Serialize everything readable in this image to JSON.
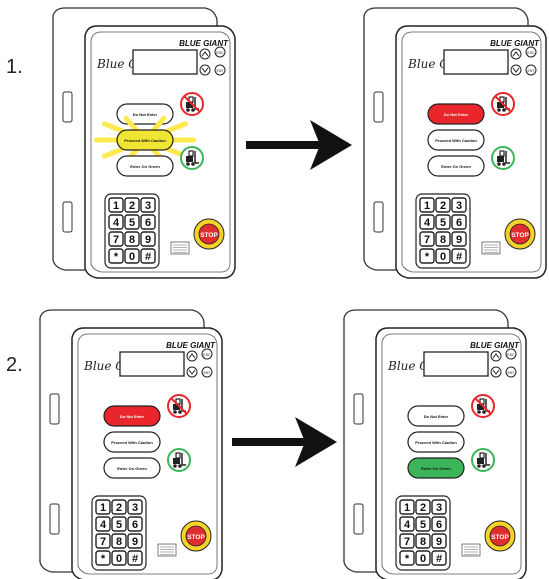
{
  "colors": {
    "red": "#e8262b",
    "yellow": "#f1e533",
    "green": "#3cb45a",
    "glow": "#ffe94d",
    "outline": "#222222",
    "stop_red": "#e02d2f",
    "stop_ring": "#f6d32b"
  },
  "steps": [
    {
      "number": "1."
    },
    {
      "number": "2."
    }
  ],
  "panel": {
    "logo_script": "Blue Genius",
    "brand": "BLUE GIANT",
    "esc_label": "ESC",
    "enter_label": "ENT",
    "stop_label": "STOP",
    "keys": [
      "1",
      "2",
      "3",
      "4",
      "5",
      "6",
      "7",
      "8",
      "9",
      "*",
      "0",
      "#"
    ],
    "buttons": {
      "do_not_enter": "Do Not Enter",
      "proceed_with_caution": "Proceed With Caution",
      "enter_on_green": "Enter On Green"
    },
    "icons": {
      "no_forklift": "no-forklift-icon",
      "caution_forklift": "caution-forklift-icon",
      "go_forklift": "go-forklift-icon"
    }
  },
  "panels": [
    {
      "id": "step1-before",
      "lit": "caution",
      "glow": true
    },
    {
      "id": "step1-after",
      "lit": "red",
      "glow": false
    },
    {
      "id": "step2-before",
      "lit": "red",
      "glow": false
    },
    {
      "id": "step2-after",
      "lit": "green",
      "glow": false
    }
  ]
}
